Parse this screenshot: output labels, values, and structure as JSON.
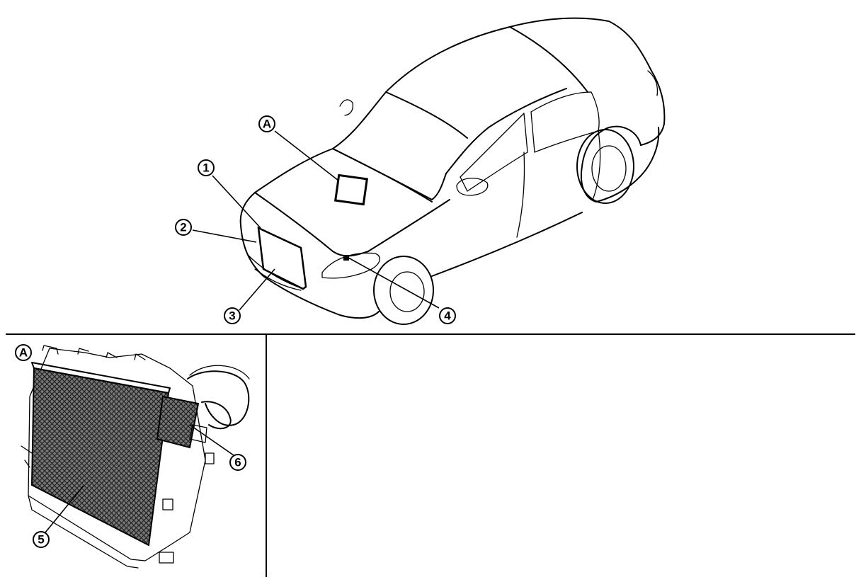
{
  "diagram": {
    "callouts": {
      "view_a_top": "A",
      "view_a_inset": "A",
      "c1": "1",
      "c2": "2",
      "c3": "3",
      "c4": "4",
      "c5": "5",
      "c6": "6"
    }
  }
}
